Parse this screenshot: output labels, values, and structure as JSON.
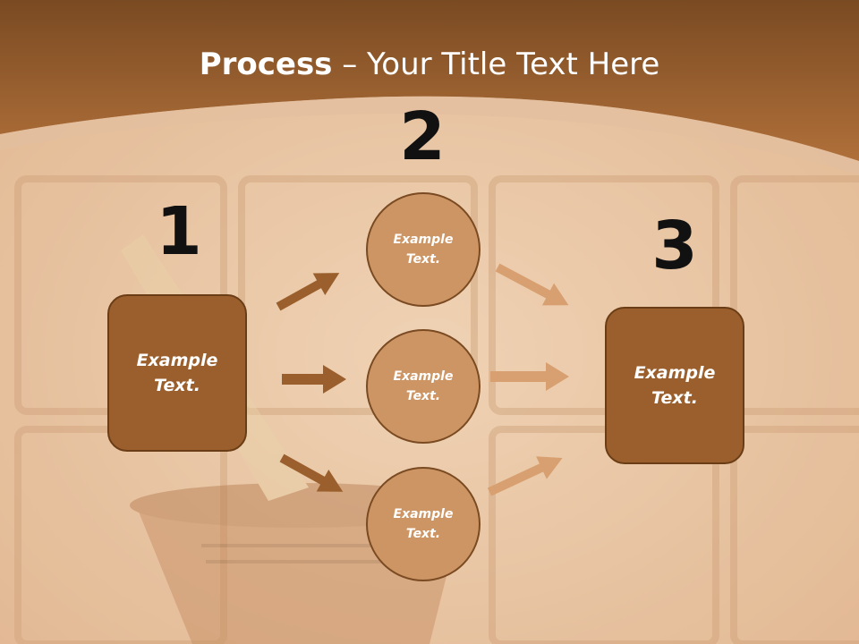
{
  "title": {
    "bold": "Process",
    "rest": " – Your Title Text Here"
  },
  "steps": {
    "n1": "1",
    "n2": "2",
    "n3": "3"
  },
  "left_box": {
    "line1": "Example",
    "line2": "Text."
  },
  "right_box": {
    "line1": "Example",
    "line2": "Text."
  },
  "circles": [
    {
      "line1": "Example",
      "line2": "Text."
    },
    {
      "line1": "Example",
      "line2": "Text."
    },
    {
      "line1": "Example",
      "line2": "Text."
    }
  ],
  "colors": {
    "header": "#a8642c",
    "box": "#9a5f2c",
    "circle": "#cc9563",
    "arrow_dark": "#9a5f2c",
    "arrow_light": "#d8a070"
  }
}
